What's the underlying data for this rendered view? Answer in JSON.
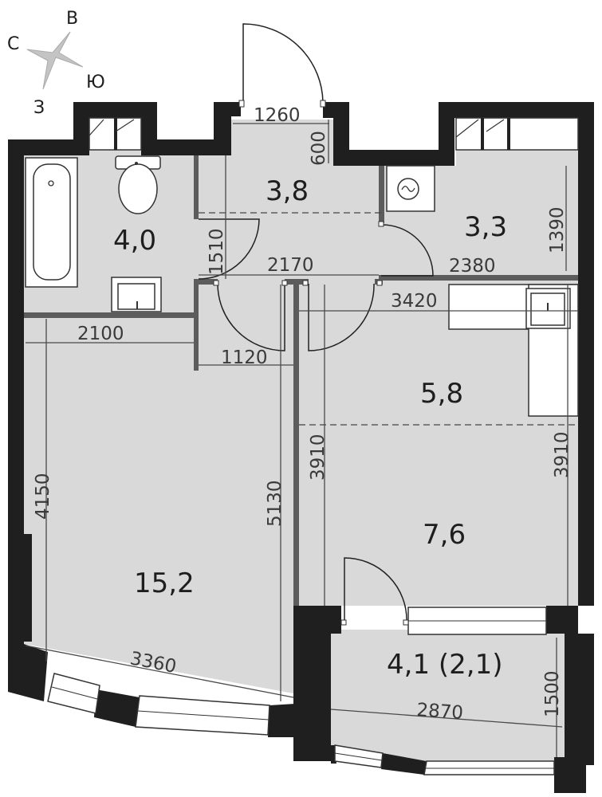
{
  "compass": {
    "north": "С",
    "east": "В",
    "south": "Ю",
    "west": "З"
  },
  "rooms": {
    "hall": "3,8",
    "bathroom": "4,0",
    "laundry": "3,3",
    "room": "15,2",
    "kitchen_upper": "5,8",
    "kitchen_lower": "7,6",
    "balcony": "4,1 (2,1)"
  },
  "dimensions": {
    "entry_width": "1260",
    "entry_depth": "600",
    "hall_height": "1510",
    "hall_width": "2170",
    "laundry_height": "1390",
    "laundry_width": "2380",
    "kitchen_width": "3420",
    "bath_width": "2100",
    "corridor_width": "1120",
    "room_height": "4150",
    "room_height_right": "5130",
    "kitchen_height_left": "3910",
    "kitchen_height_right": "3910",
    "room_window": "3360",
    "balcony_width": "2870",
    "balcony_depth": "1500"
  },
  "colors": {
    "floor": "#d9d9d9",
    "wall": "#1f1f1f",
    "partition": "#5c5c5c"
  }
}
